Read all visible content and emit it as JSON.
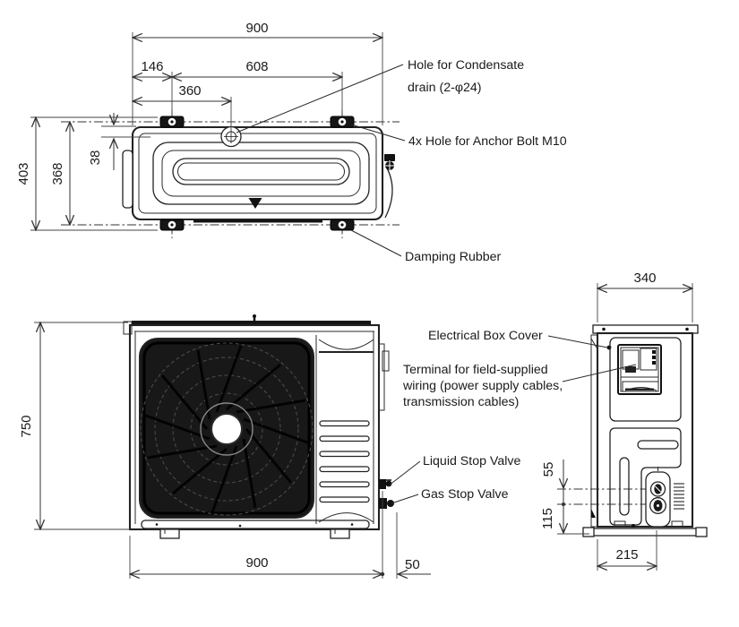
{
  "colors": {
    "line": "#222222",
    "text": "#1a1a1a",
    "dark_fill": "#161616",
    "background": "#ffffff"
  },
  "top_view": {
    "dims": {
      "width": "900",
      "left_to_bolt": "146",
      "bolt_span": "608",
      "drain_from_left": "360",
      "drain_from_edge": "38",
      "bolt_row_depth": "368",
      "overall_depth": "403"
    },
    "labels": {
      "condensate_1": "Hole for Condensate",
      "condensate_2": "drain (2-φ24)",
      "anchor_bolt": "4x Hole for Anchor Bolt M10",
      "damping_rubber": "Damping Rubber"
    }
  },
  "front_view": {
    "dims": {
      "height": "750",
      "width": "900",
      "valve_offset": "50"
    },
    "labels": {
      "liquid_valve": "Liquid Stop Valve",
      "gas_valve": "Gas Stop Valve"
    }
  },
  "side_view": {
    "dims": {
      "depth": "340",
      "valve_gap": "55",
      "gas_valve_height": "115",
      "foot_pitch": "215"
    },
    "labels": {
      "electrical_box": "Electrical Box Cover",
      "terminal_1": "Terminal for field-supplied",
      "terminal_2": "wiring (power supply cables,",
      "terminal_3": "transmission cables)"
    }
  }
}
